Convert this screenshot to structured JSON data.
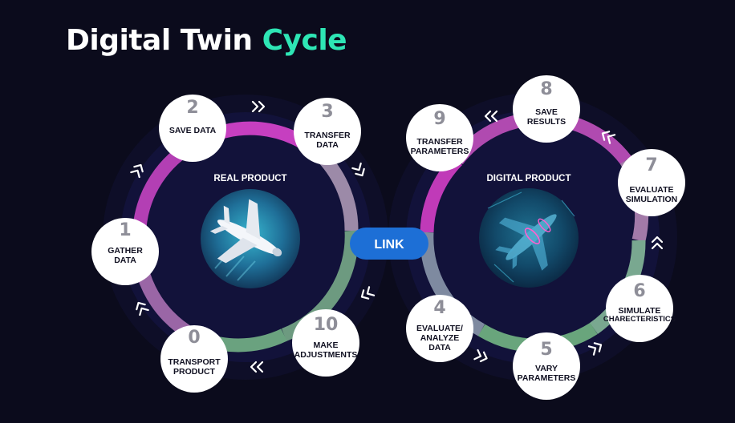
{
  "title": {
    "main": "Digital Twin",
    "accent": "Cycle"
  },
  "link": {
    "label": "LINK"
  },
  "real_cycle": {
    "label": "REAL PRODUCT",
    "nodes": [
      {
        "num": "0",
        "lines": [
          "TRANSPORT",
          "PRODUCT"
        ]
      },
      {
        "num": "1",
        "lines": [
          "GATHER",
          "DATA"
        ]
      },
      {
        "num": "2",
        "lines": [
          "SAVE DATA"
        ]
      },
      {
        "num": "3",
        "lines": [
          "TRANSFER",
          "DATA"
        ]
      },
      {
        "num": "10",
        "lines": [
          "MAKE",
          "ADJUSTMENTS"
        ]
      }
    ]
  },
  "digital_cycle": {
    "label": "DIGITAL PRODUCT",
    "nodes": [
      {
        "num": "4",
        "lines": [
          "EVALUATE/",
          "ANALYZE",
          "DATA"
        ]
      },
      {
        "num": "5",
        "lines": [
          "VARY",
          "PARAMETERS"
        ]
      },
      {
        "num": "6",
        "lines": [
          "SIMULATE",
          "CHARECTERISTICS"
        ]
      },
      {
        "num": "7",
        "lines": [
          "EVALUATE",
          "SIMULATION"
        ]
      },
      {
        "num": "8",
        "lines": [
          "SAVE",
          "RESULTS"
        ]
      },
      {
        "num": "9",
        "lines": [
          "TRANSFER",
          "PARAMETERS"
        ]
      }
    ]
  },
  "icons": {
    "real_product": "airplane-icon",
    "digital_product": "wireframe-airplane-icon",
    "arrows": "double-chevron-icon"
  },
  "colors": {
    "background": "#0b0b1c",
    "accent": "#2ee6b5",
    "magenta": "#c63fc0",
    "purple": "#a162a8",
    "green": "#69a57c",
    "link": "#1d6fd6",
    "node_fill": "#ffffff",
    "node_number": "#8e8e98"
  }
}
